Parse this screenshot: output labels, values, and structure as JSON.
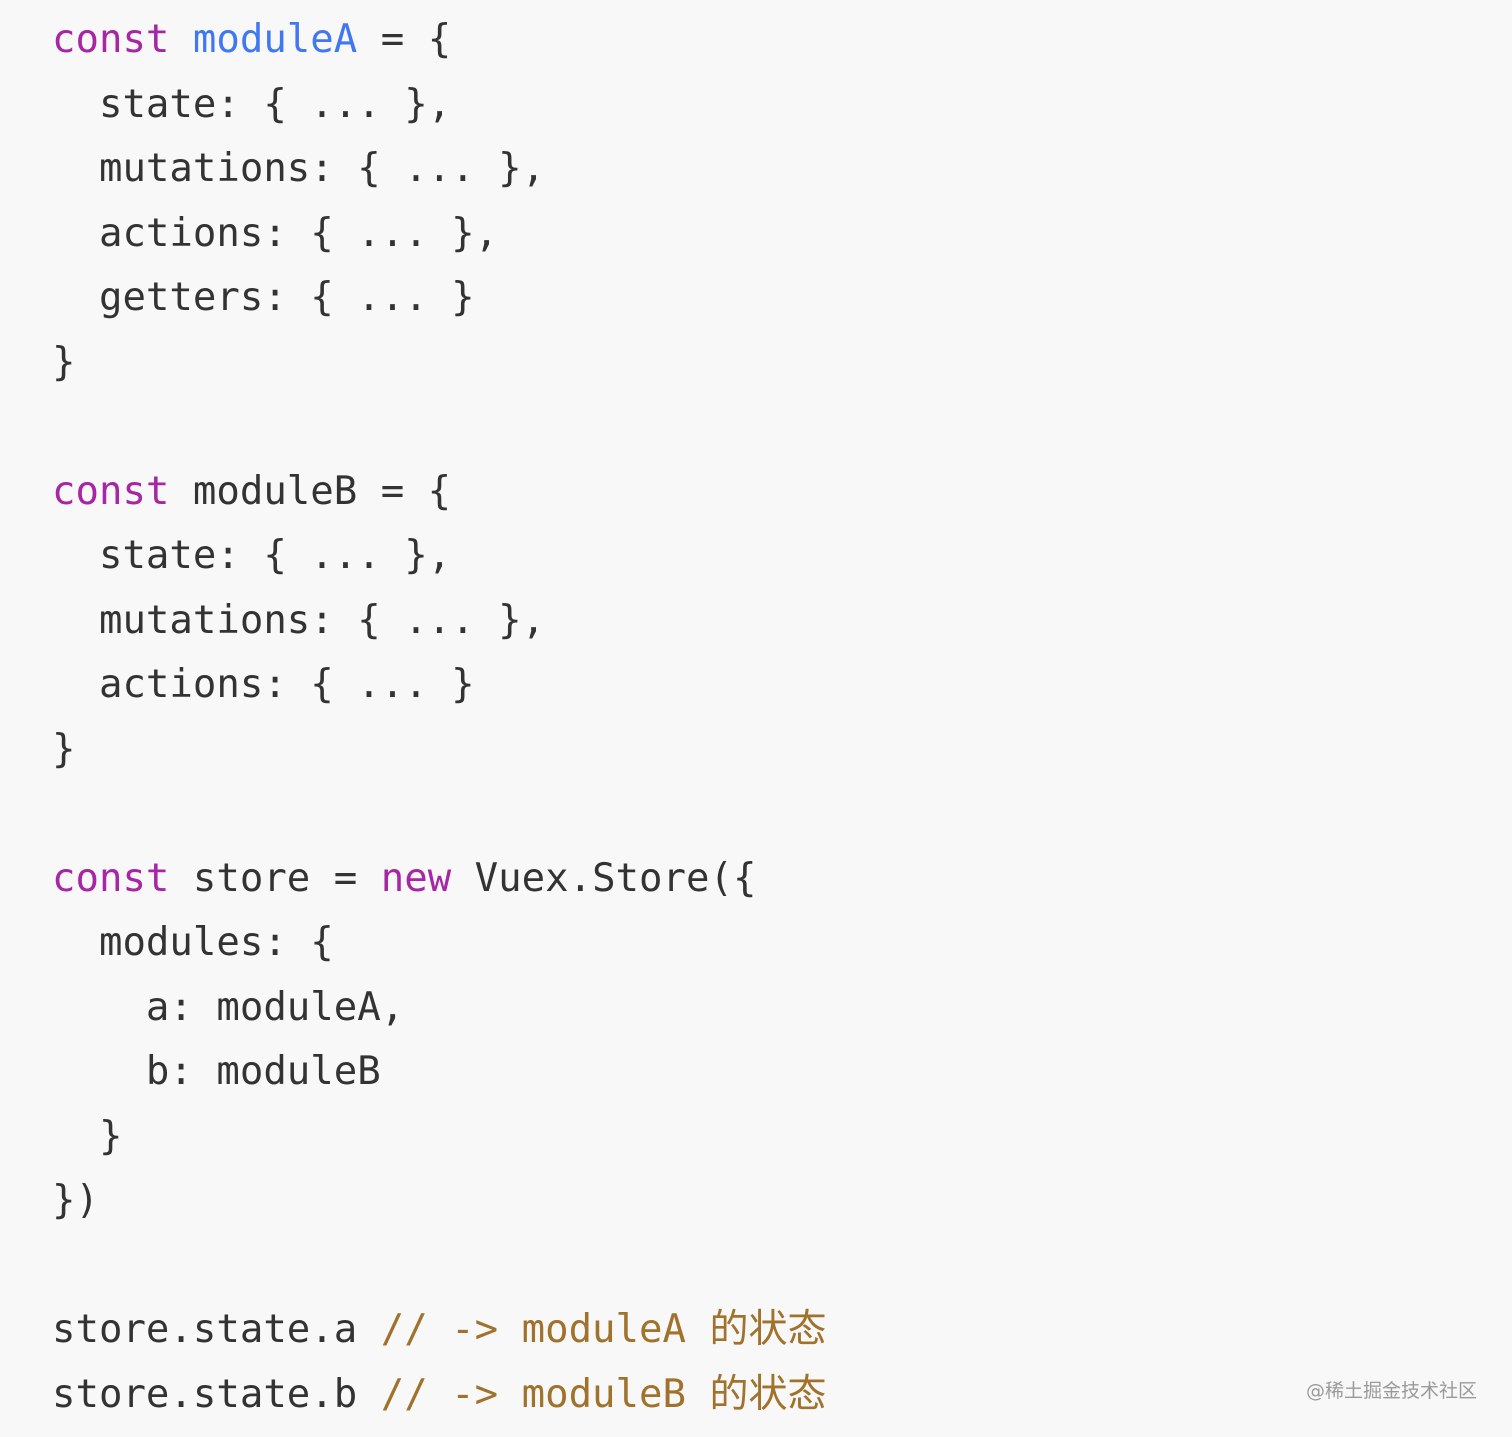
{
  "code": {
    "language": "javascript",
    "colors": {
      "plain": "#333333",
      "kw": "#a626a4",
      "fn": "#4078f2",
      "cm": "#a0722c",
      "background": "#f8f8f8"
    },
    "lines": [
      [
        {
          "t": "const",
          "c": "kw"
        },
        {
          "t": " "
        },
        {
          "t": "moduleA",
          "c": "fn"
        },
        {
          "t": " = {"
        }
      ],
      [
        {
          "t": "  state: { ... },"
        }
      ],
      [
        {
          "t": "  mutations: { ... },"
        }
      ],
      [
        {
          "t": "  actions: { ... },"
        }
      ],
      [
        {
          "t": "  getters: { ... }"
        }
      ],
      [
        {
          "t": "}"
        }
      ],
      [],
      [
        {
          "t": "const",
          "c": "kw"
        },
        {
          "t": " moduleB = {"
        }
      ],
      [
        {
          "t": "  state: { ... },"
        }
      ],
      [
        {
          "t": "  mutations: { ... },"
        }
      ],
      [
        {
          "t": "  actions: { ... }"
        }
      ],
      [
        {
          "t": "}"
        }
      ],
      [],
      [
        {
          "t": "const",
          "c": "kw"
        },
        {
          "t": " store = "
        },
        {
          "t": "new",
          "c": "kw"
        },
        {
          "t": " Vuex.Store({"
        }
      ],
      [
        {
          "t": "  modules: {"
        }
      ],
      [
        {
          "t": "    a: moduleA,"
        }
      ],
      [
        {
          "t": "    b: moduleB"
        }
      ],
      [
        {
          "t": "  }"
        }
      ],
      [
        {
          "t": "})"
        }
      ],
      [],
      [
        {
          "t": "store.state.a "
        },
        {
          "t": "// -> moduleA 的状态",
          "c": "cm"
        }
      ],
      [
        {
          "t": "store.state.b "
        },
        {
          "t": "// -> moduleB 的状态",
          "c": "cm"
        }
      ]
    ]
  },
  "watermark": {
    "text": "@稀土掘金技术社区"
  }
}
